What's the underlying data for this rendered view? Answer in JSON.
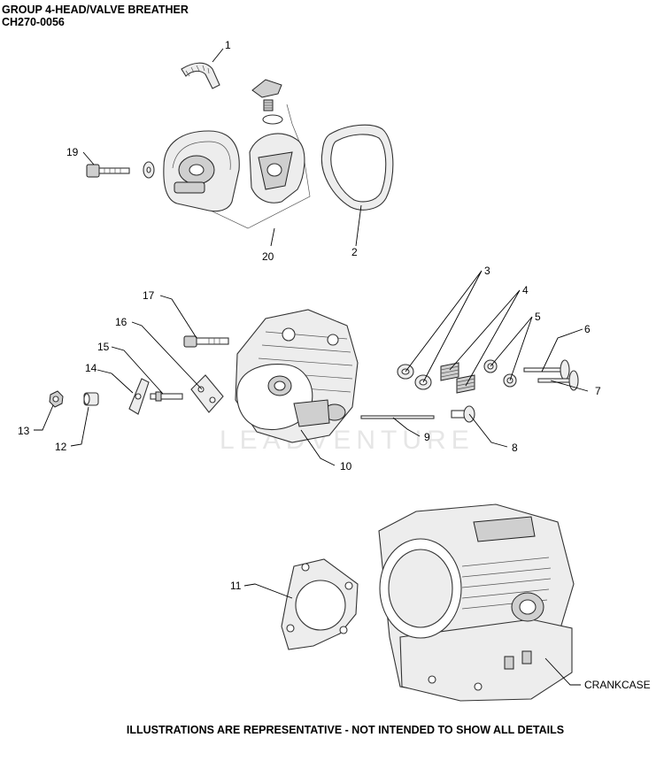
{
  "header": {
    "title": "GROUP 4-HEAD/VALVE BREATHER",
    "code": "CH270-0056"
  },
  "footer_note": "ILLUSTRATIONS ARE REPRESENTATIVE - NOT INTENDED TO SHOW ALL DETAILS",
  "watermark": "LEADVENTURE",
  "callouts": {
    "c1": "1",
    "c2": "2",
    "c3": "3",
    "c4": "4",
    "c5": "5",
    "c6": "6",
    "c7": "7",
    "c8": "8",
    "c9": "9",
    "c10": "10",
    "c11": "11",
    "c12": "12",
    "c13": "13",
    "c14": "14",
    "c15": "15",
    "c16": "16",
    "c17": "17",
    "c19": "19",
    "c20": "20",
    "crankcase": "CRANKCASE"
  },
  "icons": [
    "breather-hose-icon",
    "gasket-icon",
    "engine-head-icon",
    "crankcase-icon"
  ]
}
